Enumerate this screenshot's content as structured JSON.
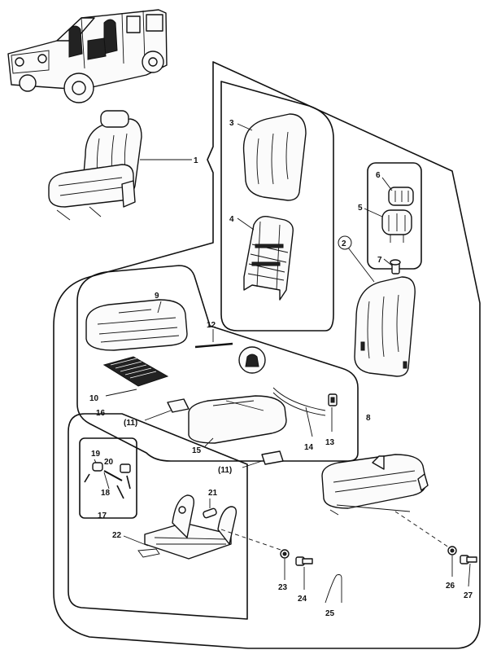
{
  "diagram": {
    "callouts": [
      {
        "key": "1",
        "label": "1"
      },
      {
        "key": "2",
        "label": "2"
      },
      {
        "key": "3",
        "label": "3"
      },
      {
        "key": "4",
        "label": "4"
      },
      {
        "key": "5",
        "label": "5"
      },
      {
        "key": "6",
        "label": "6"
      },
      {
        "key": "7",
        "label": "7"
      },
      {
        "key": "8",
        "label": "8"
      },
      {
        "key": "9",
        "label": "9"
      },
      {
        "key": "10",
        "label": "10"
      },
      {
        "key": "11a",
        "label": "(11)"
      },
      {
        "key": "11b",
        "label": "(11)"
      },
      {
        "key": "12",
        "label": "12"
      },
      {
        "key": "13",
        "label": "13"
      },
      {
        "key": "14",
        "label": "14"
      },
      {
        "key": "15",
        "label": "15"
      },
      {
        "key": "16",
        "label": "16"
      },
      {
        "key": "17",
        "label": "17"
      },
      {
        "key": "18",
        "label": "18"
      },
      {
        "key": "19",
        "label": "19"
      },
      {
        "key": "20",
        "label": "20"
      },
      {
        "key": "21",
        "label": "21"
      },
      {
        "key": "22",
        "label": "22"
      },
      {
        "key": "23",
        "label": "23"
      },
      {
        "key": "24",
        "label": "24"
      },
      {
        "key": "25",
        "label": "25"
      },
      {
        "key": "26",
        "label": "26"
      },
      {
        "key": "27",
        "label": "27"
      }
    ]
  }
}
